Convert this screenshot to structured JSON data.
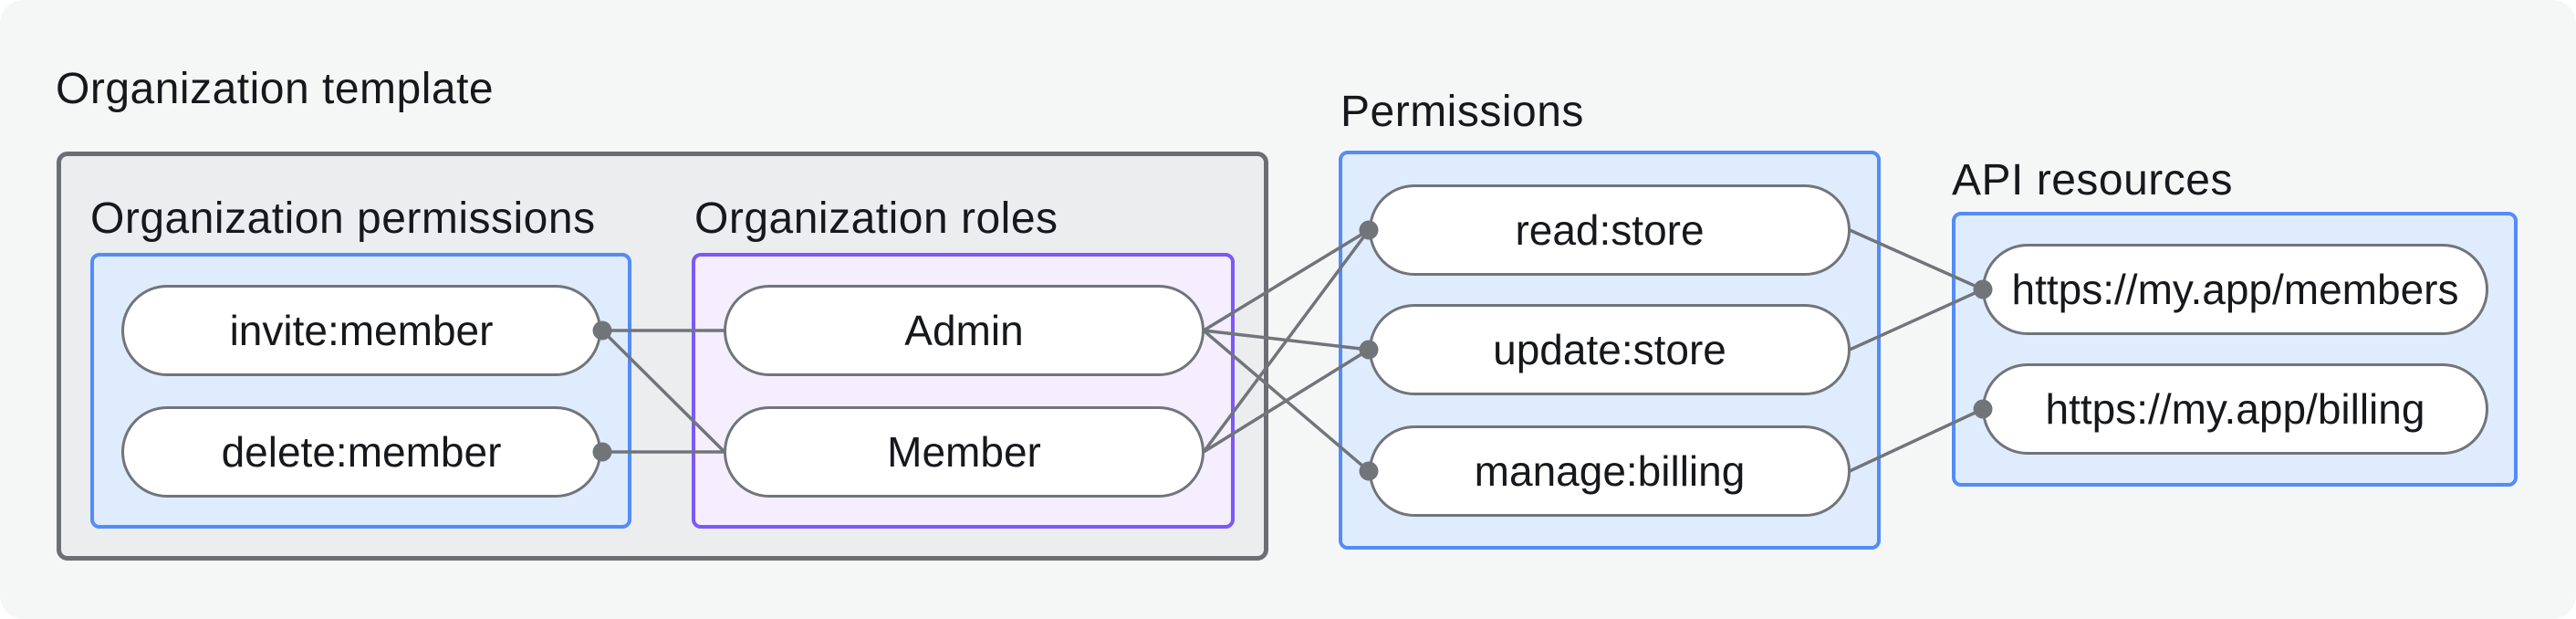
{
  "diagram": {
    "organization_template": {
      "label": "Organization template",
      "organization_permissions": {
        "label": "Organization permissions",
        "items": [
          "invite:member",
          "delete:member"
        ]
      },
      "organization_roles": {
        "label": "Organization roles",
        "items": [
          "Admin",
          "Member"
        ]
      }
    },
    "permissions": {
      "label": "Permissions",
      "items": [
        "read:store",
        "update:store",
        "manage:billing"
      ]
    },
    "api_resources": {
      "label": "API resources",
      "items": [
        "https://my.app/members",
        "https://my.app/billing"
      ]
    },
    "edges": [
      {
        "from": "invite:member",
        "to": "Admin"
      },
      {
        "from": "invite:member",
        "to": "Member"
      },
      {
        "from": "delete:member",
        "to": "Member"
      },
      {
        "from": "Admin",
        "to": "read:store"
      },
      {
        "from": "Admin",
        "to": "update:store"
      },
      {
        "from": "Admin",
        "to": "manage:billing"
      },
      {
        "from": "Member",
        "to": "read:store"
      },
      {
        "from": "Member",
        "to": "update:store"
      },
      {
        "from": "read:store",
        "to": "https://my.app/members"
      },
      {
        "from": "update:store",
        "to": "https://my.app/members"
      },
      {
        "from": "manage:billing",
        "to": "https://my.app/billing"
      }
    ],
    "colors": {
      "canvas_background": "#f5f7f7",
      "template_box_background": "#ebedee",
      "template_box_border": "#6b6f74",
      "blue_box_background": "#dfecfd",
      "blue_box_border": "#538cf7",
      "purple_box_background": "#f4eefe",
      "purple_box_border": "#7c58f8",
      "pill_background": "#ffffff",
      "pill_border": "#71757a",
      "wire": "#71757a",
      "text": "#16181b"
    }
  }
}
